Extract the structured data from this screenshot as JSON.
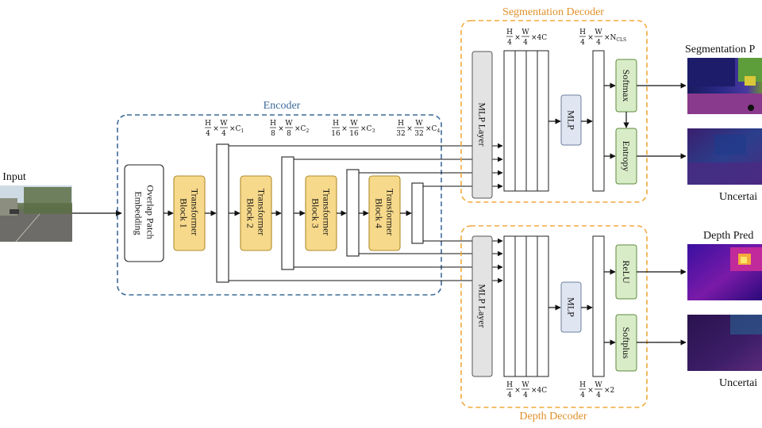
{
  "colors": {
    "encoder_border": "#3d6a9a",
    "decoder_border": "#f2a93b",
    "transformer_fill": "#f7d98b",
    "transformer_stroke": "#b08b2e",
    "mlp_fill": "#dfe6f2",
    "mlp_stroke": "#6c7f9c",
    "head_fill": "#d9ecc8",
    "head_stroke": "#5e8a3c",
    "gray_fill": "#e3e3e3"
  },
  "input": {
    "label": "Input"
  },
  "encoder": {
    "title": "Encoder",
    "patch_embed": [
      "Overlap Patch",
      "Embedding"
    ],
    "blocks": [
      [
        "Transformer",
        "Block 1"
      ],
      [
        "Transformer",
        "Block 2"
      ],
      [
        "Transformer",
        "Block 3"
      ],
      [
        "Transformer",
        "Block 4"
      ]
    ],
    "features": [
      {
        "h_den": "4",
        "w_den": "4",
        "ch": "C",
        "sub": "1"
      },
      {
        "h_den": "8",
        "w_den": "8",
        "ch": "C",
        "sub": "2"
      },
      {
        "h_den": "16",
        "w_den": "16",
        "ch": "C",
        "sub": "3"
      },
      {
        "h_den": "32",
        "w_den": "32",
        "ch": "C",
        "sub": "4"
      }
    ]
  },
  "seg_decoder": {
    "title": "Segmentation Decoder",
    "mlp_layer": "MLP Layer",
    "mlp": "MLP",
    "concat_dim": {
      "h_den": "4",
      "w_den": "4",
      "ch": "4C",
      "sub": ""
    },
    "out_dim": {
      "h_den": "4",
      "w_den": "4",
      "ch": "N",
      "sub": "CLS"
    },
    "heads": [
      "Softmax",
      "Entropy"
    ]
  },
  "depth_decoder": {
    "title": "Depth Decoder",
    "mlp_layer": "MLP Layer",
    "mlp": "MLP",
    "concat_dim": {
      "h_den": "4",
      "w_den": "4",
      "ch": "4C",
      "sub": ""
    },
    "out_dim": {
      "h_den": "4",
      "w_den": "4",
      "ch": "2",
      "sub": ""
    },
    "heads": [
      "ReLU",
      "Softplus"
    ]
  },
  "outputs": {
    "seg_pred": "Segmentation P",
    "seg_unc": "Uncertai",
    "depth_pred": "Depth Pred",
    "depth_unc": "Uncertai"
  }
}
